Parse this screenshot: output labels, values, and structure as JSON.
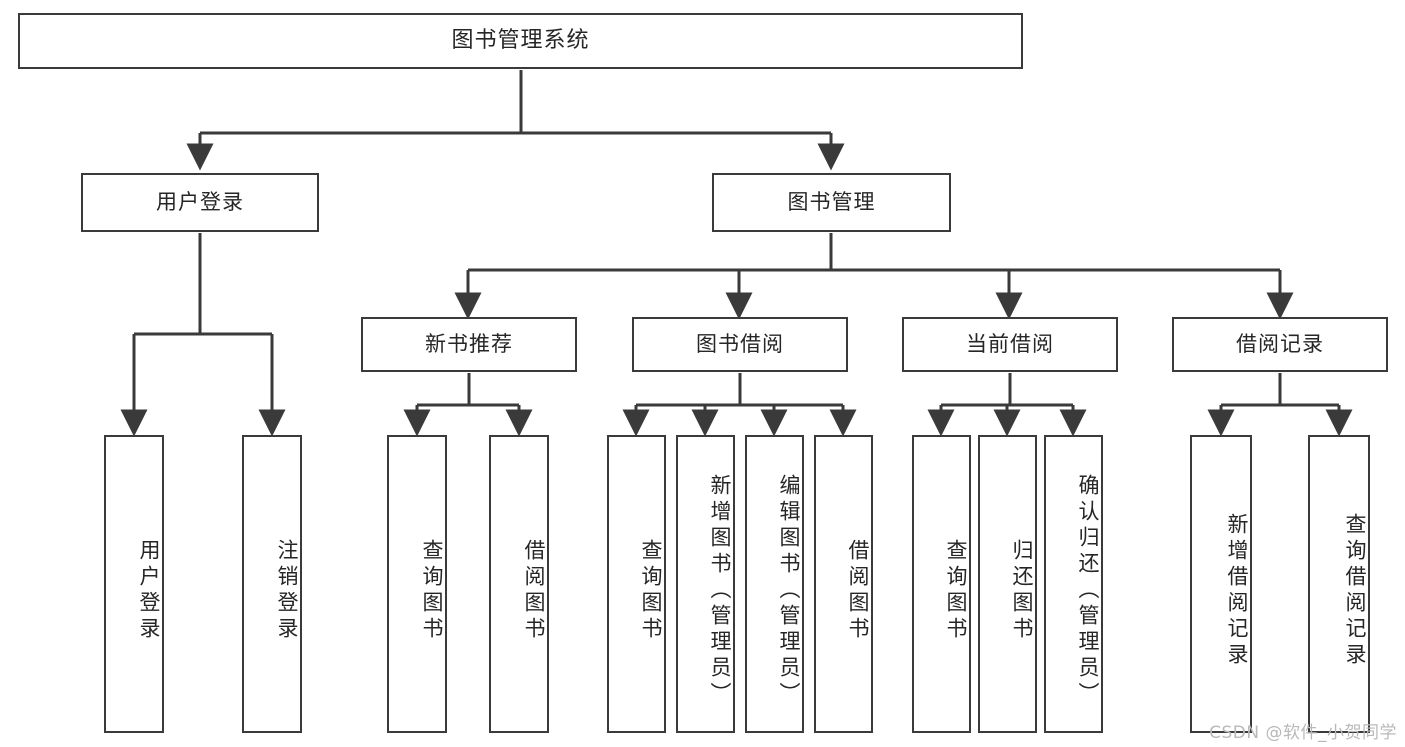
{
  "diagram": {
    "title": "图书管理系统",
    "type": "function-structure-tree",
    "watermark": "CSDN @软件_小贺同学",
    "colors": {
      "stroke": "#3a3a3a",
      "text": "#262626",
      "background": "#ffffff",
      "watermark": "#b9b9b9"
    },
    "root": {
      "label": "图书管理系统"
    },
    "level2": [
      {
        "label": "用户登录"
      },
      {
        "label": "图书管理"
      }
    ],
    "level3": [
      {
        "label": "新书推荐"
      },
      {
        "label": "图书借阅"
      },
      {
        "label": "当前借阅"
      },
      {
        "label": "借阅记录"
      }
    ],
    "leaves": {
      "user_login": [
        {
          "label": "用户登录"
        },
        {
          "label": "注销登录"
        }
      ],
      "new_book_recommend": [
        {
          "label": "查询图书"
        },
        {
          "label": "借阅图书"
        }
      ],
      "book_borrow": [
        {
          "label": "查询图书"
        },
        {
          "label": "新增图书（管理员）"
        },
        {
          "label": "编辑图书（管理员）"
        },
        {
          "label": "借阅图书"
        }
      ],
      "current_borrow": [
        {
          "label": "查询图书"
        },
        {
          "label": "归还图书"
        },
        {
          "label": "确认归还（管理员）"
        }
      ],
      "borrow_record": [
        {
          "label": "新增借阅记录"
        },
        {
          "label": "查询借阅记录"
        }
      ]
    }
  }
}
